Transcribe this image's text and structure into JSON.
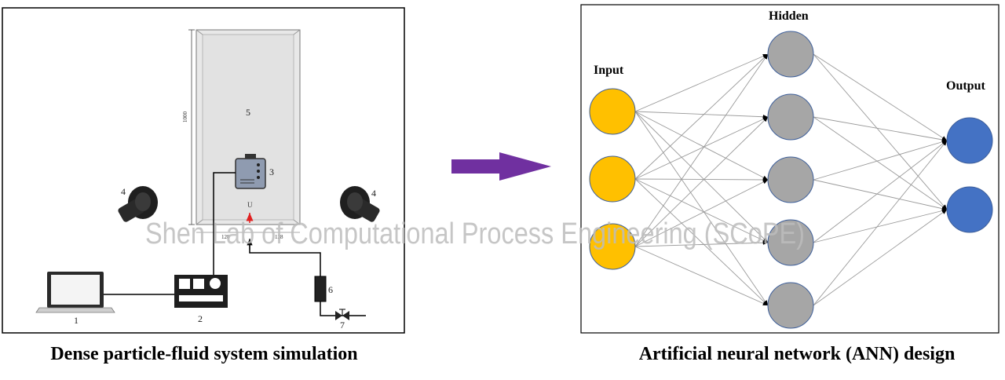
{
  "left_panel": {
    "caption": "Dense particle-fluid system simulation",
    "labels": {
      "laptop": "1",
      "controller": "2",
      "camera_unit": "3",
      "light_left": "4",
      "light_right": "4",
      "column": "5",
      "flowmeter": "6",
      "valve": "7",
      "height_dim": "1000",
      "velocity": "U",
      "width_left": "128",
      "width_right": "128"
    }
  },
  "arrow": {
    "color": "#7030a0"
  },
  "right_panel": {
    "caption": "Artificial neural network (ANN) design",
    "layers": {
      "input": {
        "label": "Input",
        "nodes": 3,
        "color": "#ffc000"
      },
      "hidden": {
        "label": "Hidden",
        "nodes": 5,
        "color": "#a6a6a6"
      },
      "output": {
        "label": "Output",
        "nodes": 2,
        "color": "#4472c4"
      }
    }
  },
  "watermark": "Shen Lab of Computational Process Engineering (SCoPE)"
}
